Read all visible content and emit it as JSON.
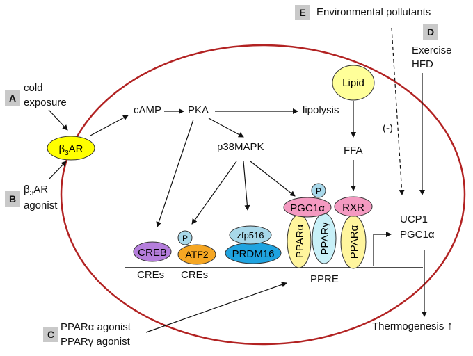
{
  "panels": {
    "a": {
      "letter": "A",
      "line1": "cold",
      "line2": "exposure"
    },
    "b": {
      "letter": "B",
      "line1_main": "β",
      "line1_sub": "3",
      "line1_rest": "AR",
      "line2": "agonist"
    },
    "c": {
      "letter": "C",
      "line1": "PPARα agonist",
      "line2": "PPARγ agonist"
    },
    "d": {
      "letter": "D",
      "line1": "Exercise",
      "line2": "HFD"
    },
    "e": {
      "letter": "E",
      "line1": "Environmental pollutants"
    }
  },
  "receptor": {
    "main": "β",
    "sub": "3",
    "rest": "AR"
  },
  "signaling": {
    "camp": "cAMP",
    "pka": "PKA",
    "lipolysis": "lipolysis",
    "p38mapk": "p38MAPK",
    "lipid": "Lipid",
    "ffa": "FFA",
    "inhibit": "(-)"
  },
  "factors": {
    "creb": "CREB",
    "p_atf2": "P",
    "atf2": "ATF2",
    "zfp516": "zfp516",
    "prdm16": "PRDM16",
    "pgc1a": "PGC1α",
    "p_pgc1a": "P",
    "rxr": "RXR",
    "ppara_1": "PPARα",
    "pparg": "PPARγ",
    "ppara_2": "PPARα"
  },
  "dna": {
    "cres_1": "CREs",
    "cres_2": "CREs",
    "ppre": "PPRE"
  },
  "targets": {
    "ucp1": "UCP1",
    "pgc1a": "PGC1α",
    "thermogenesis": "Thermogenesis",
    "up_arrow": "↑"
  },
  "colors": {
    "cell_border": "#b22222",
    "receptor": "#ffff00",
    "lipid": "#ffff99",
    "creb": "#b57edc",
    "atf2": "#f5a623",
    "zfp516": "#a8d8ea",
    "prdm16": "#1fa3e0",
    "pgc1a": "#f49ac1",
    "rxr": "#f49ac1",
    "ppara": "#fff59d",
    "pparg": "#c8f0f8",
    "phospho": "#a8d8ea",
    "label_box": "#c9c9c9"
  }
}
